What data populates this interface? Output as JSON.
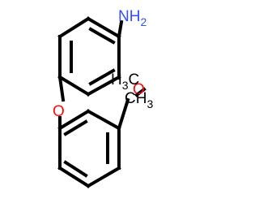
{
  "molecule": {
    "labels": {
      "nh2_main": "NH",
      "nh2_sub": "2",
      "o_ether": "O",
      "o_methoxy": "O",
      "h3c_h": "H",
      "h3c_sub": "3",
      "h3c_c": "C",
      "ch3_c": "C",
      "ch3_h": "H",
      "ch3_sub": "3"
    },
    "colors": {
      "bond": "#000000",
      "nitrogen": "#3050f8",
      "oxygen": "#ff0d0d",
      "carbon_label": "#000000"
    }
  }
}
